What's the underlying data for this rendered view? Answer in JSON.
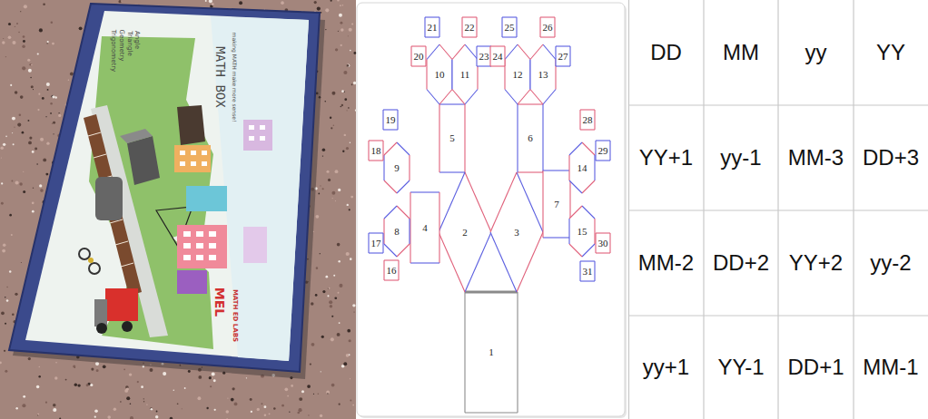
{
  "diagram": {
    "nodes": [
      {
        "text": [
          "1"
        ]
      },
      {
        "text": [
          "2"
        ]
      },
      {
        "text": [
          "3"
        ]
      },
      {
        "text": [
          "4"
        ]
      },
      {
        "text": [
          "5"
        ]
      },
      {
        "text": [
          "6"
        ]
      },
      {
        "text": [
          "7"
        ]
      },
      {
        "text": [
          "8"
        ]
      },
      {
        "text": [
          "9"
        ]
      },
      {
        "text": [
          "10"
        ]
      },
      {
        "text": [
          "11"
        ]
      },
      {
        "text": [
          "12"
        ]
      },
      {
        "text": [
          "13"
        ]
      },
      {
        "text": [
          "14"
        ]
      },
      {
        "text": [
          "15"
        ]
      },
      {
        "text": [
          "16"
        ]
      },
      {
        "text": [
          "17"
        ]
      },
      {
        "text": [
          "18"
        ]
      },
      {
        "text": [
          "19"
        ]
      },
      {
        "text": [
          "20"
        ]
      },
      {
        "text": [
          "21"
        ]
      },
      {
        "text": [
          "22"
        ]
      },
      {
        "text": [
          "23"
        ]
      },
      {
        "text": [
          "24"
        ]
      },
      {
        "text": [
          "25"
        ]
      },
      {
        "text": [
          "26"
        ]
      },
      {
        "text": [
          "27"
        ]
      },
      {
        "text": [
          "28"
        ]
      },
      {
        "text": [
          "29"
        ]
      },
      {
        "text": [
          "30"
        ]
      },
      {
        "text": [
          "31"
        ]
      }
    ],
    "labels": [
      "Angle",
      "Triangle",
      "Geometry",
      "Trigonometry",
      "MATH BOX",
      "making MATH make more sense!",
      "MEL",
      "MATH ED LABS",
      "DD",
      "MM",
      "yy",
      "YY",
      "YY+1",
      "yy-1",
      "MM-3",
      "DD+3",
      "MM-2",
      "DD+2",
      "YY+2",
      "yy-2",
      "yy+1",
      "YY-1",
      "DD+1",
      "MM-1"
    ]
  }
}
